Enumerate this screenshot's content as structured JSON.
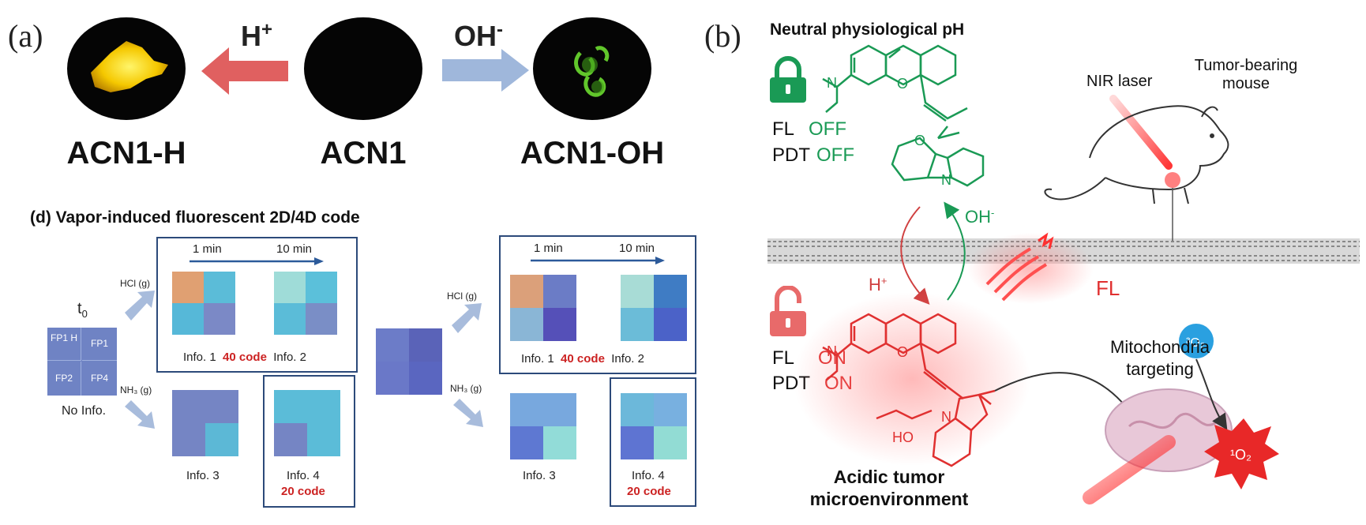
{
  "panel_a": {
    "label": "(a)",
    "acid_ion": "H",
    "acid_sup": "+",
    "base_ion": "OH",
    "base_sup": "-",
    "samples": [
      "ACN1-H",
      "ACN1",
      "ACN1-OH"
    ]
  },
  "panel_b": {
    "label": "(b)",
    "neutral_title": "Neutral physiological pH",
    "fl_label": "FL",
    "pdt_label": "PDT",
    "off": "OFF",
    "on": "ON",
    "laser_label": "NIR laser",
    "mouse_label_1": "Tumor-bearing",
    "mouse_label_2": "mouse",
    "oh_label": "OH",
    "oh_sup": "-",
    "h_label": "H",
    "h_sup": "+",
    "fl_emission": "FL",
    "mito_label_1": "Mitochondria",
    "mito_label_2": "targeting",
    "acidic_1": "Acidic tumor",
    "acidic_2": "microenvironment",
    "singlet_o2": "³O₂",
    "singlet_o2_active": "¹O₂",
    "ho_label": "HO",
    "n_label": "N",
    "o_label": "O",
    "colors": {
      "neutral_green": "#1a8a4a",
      "acid_red": "#e03030"
    }
  },
  "panel_d": {
    "title": "(d) Vapor-induced fluorescent 2D/4D code",
    "t0": "t",
    "t0_sub": "0",
    "grid_cells": [
      "FP1 H",
      "FP1",
      "FP2",
      "FP4"
    ],
    "no_info": "No Info.",
    "hcl": "HCl (g)",
    "nh3": "NH₃ (g)",
    "time_1": "1 min",
    "time_10": "10 min",
    "info_1": "Info. 1",
    "info_2": "Info. 2",
    "info_3": "Info. 3",
    "info_4": "Info. 4",
    "code_40": "40 code",
    "code_20": "20 code"
  }
}
